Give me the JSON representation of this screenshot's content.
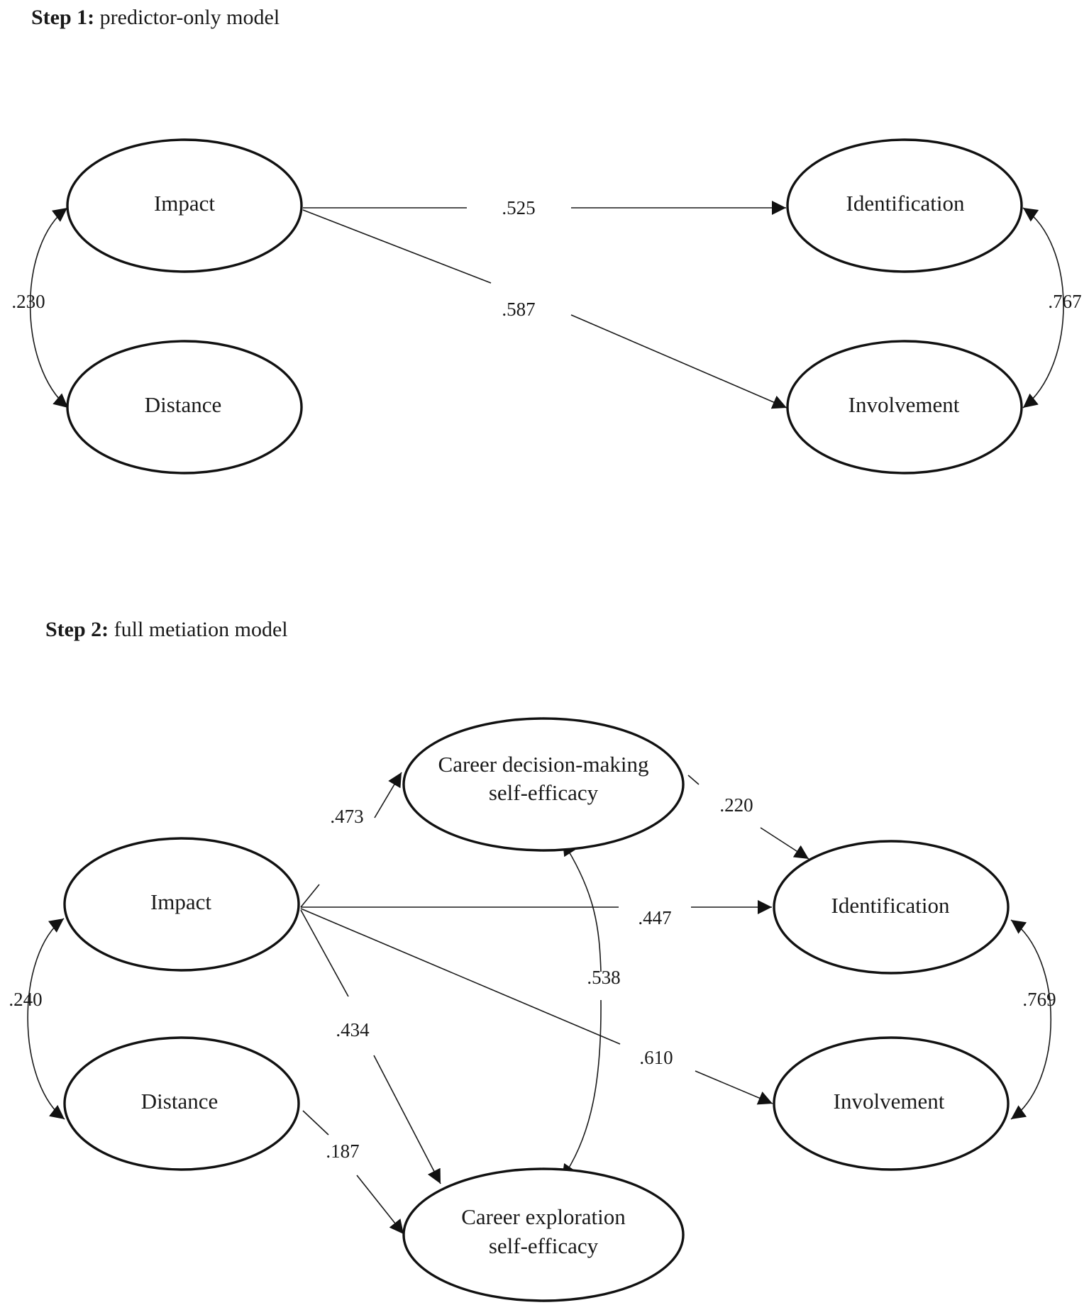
{
  "step1": {
    "heading_bold": "Step 1:",
    "heading_rest": " predictor-only model",
    "nodes": {
      "impact": "Impact",
      "distance": "Distance",
      "identification": "Identification",
      "involvement": "Involvement"
    },
    "coefficients": {
      "impact_identification": ".525",
      "impact_involvement": ".587",
      "impact_distance": ".230",
      "identification_involvement": ".767"
    }
  },
  "step2": {
    "heading_bold": "Step 2:",
    "heading_rest": " full metiation model",
    "nodes": {
      "impact": "Impact",
      "distance": "Distance",
      "identification": "Identification",
      "involvement": "Involvement",
      "cdmse_line1": "Career decision-making",
      "cdmse_line2": "self-efficacy",
      "cese_line1": "Career exploration",
      "cese_line2": "self-efficacy"
    },
    "coefficients": {
      "impact_cdmse": ".473",
      "cdmse_identification": ".220",
      "impact_identification": ".447",
      "cdmse_cese": ".538",
      "impact_distance": ".240",
      "impact_cese": ".434",
      "impact_involvement": ".610",
      "identification_involvement": ".769",
      "distance_cese": ".187"
    }
  }
}
